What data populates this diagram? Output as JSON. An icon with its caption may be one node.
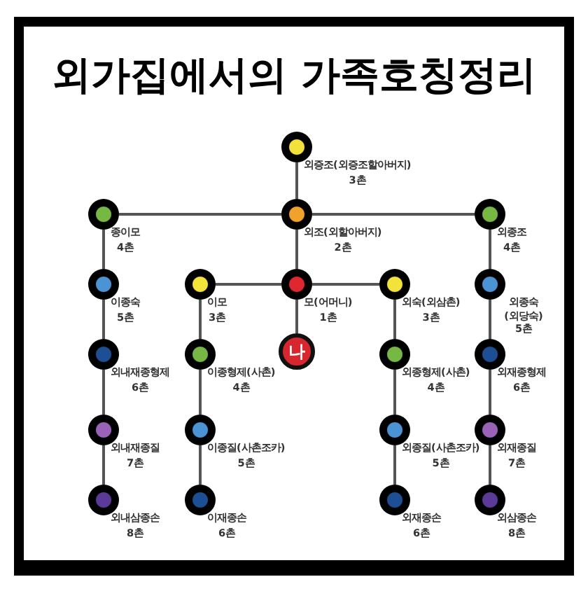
{
  "diagram": {
    "title": "외가집에서의 가족호칭정리",
    "nodes": [
      {
        "text": [],
        "shape": "circle",
        "beside": [
          "외증조(외증조할아버지)",
          "3촌"
        ]
      },
      {
        "text": [],
        "shape": "circle",
        "beside": [
          "종이모",
          "4촌"
        ]
      },
      {
        "text": [],
        "shape": "circle",
        "beside": [
          "외조(외할아버지)",
          "2촌"
        ]
      },
      {
        "text": [],
        "shape": "circle",
        "beside": [
          "외종조",
          "4촌"
        ]
      },
      {
        "text": [],
        "shape": "circle",
        "beside": [
          "이종숙",
          "5촌"
        ]
      },
      {
        "text": [],
        "shape": "circle",
        "beside": [
          "이모",
          "3촌"
        ]
      },
      {
        "text": [],
        "shape": "circle",
        "beside": [
          "모(어머니)",
          "1촌"
        ]
      },
      {
        "text": [],
        "shape": "circle",
        "beside": [
          "외숙(외삼촌)",
          "3촌"
        ]
      },
      {
        "text": [],
        "shape": "circle",
        "beside": [
          "외종숙 (외당숙)",
          "5촌"
        ]
      },
      {
        "text": [
          "나"
        ]
      },
      {
        "text": [],
        "shape": "circle",
        "beside": [
          "외내재종형제",
          "6촌"
        ]
      },
      {
        "text": [],
        "shape": "circle",
        "beside": [
          "이종형제(사촌)",
          "4촌"
        ]
      },
      {
        "text": [],
        "shape": "circle",
        "beside": [
          "외종형제(사촌)",
          "4촌"
        ]
      },
      {
        "text": [],
        "shape": "circle",
        "beside": [
          "외재종형제",
          "6촌"
        ]
      },
      {
        "text": [],
        "shape": "circle",
        "beside": [
          "외내재종질",
          "7촌"
        ]
      },
      {
        "text": [],
        "shape": "circle",
        "beside": [
          "이종질(사촌조카)",
          "5촌"
        ]
      },
      {
        "text": [],
        "shape": "circle",
        "beside": [
          "외종질(사촌조카)",
          "5촌"
        ]
      },
      {
        "text": [],
        "shape": "circle",
        "beside": [
          "외재종질",
          "7촌"
        ]
      },
      {
        "text": [],
        "shape": "circle",
        "beside": [
          "외내삼종손",
          "8촌"
        ]
      },
      {
        "text": [],
        "shape": "circle",
        "beside": [
          "이재종손",
          "6촌"
        ]
      },
      {
        "text": [],
        "shape": "circle",
        "beside": [
          "외재종손",
          "6촌"
        ]
      },
      {
        "text": [],
        "shape": "circle",
        "beside": [
          "외삼종손",
          "8촌"
        ]
      }
    ],
    "edges": [
      {
        "from": 0,
        "to": 2,
        "arrow": "none"
      },
      {
        "from": 2,
        "to": 1,
        "arrow": "none"
      },
      {
        "from": 2,
        "to": 3,
        "arrow": "none"
      },
      {
        "from": 2,
        "to": 6,
        "arrow": "none"
      },
      {
        "from": 6,
        "to": 5,
        "arrow": "none"
      },
      {
        "from": 6,
        "to": 7,
        "arrow": "none"
      },
      {
        "from": 6,
        "to": 9,
        "arrow": "none"
      },
      {
        "from": 1,
        "to": 4,
        "arrow": "none"
      },
      {
        "from": 4,
        "to": 10,
        "arrow": "none"
      },
      {
        "from": 10,
        "to": 14,
        "arrow": "none"
      },
      {
        "from": 14,
        "to": 18,
        "arrow": "none"
      },
      {
        "from": 5,
        "to": 11,
        "arrow": "none"
      },
      {
        "from": 11,
        "to": 15,
        "arrow": "none"
      },
      {
        "from": 15,
        "to": 19,
        "arrow": "none"
      },
      {
        "from": 7,
        "to": 12,
        "arrow": "none"
      },
      {
        "from": 12,
        "to": 16,
        "arrow": "none"
      },
      {
        "from": 16,
        "to": 20,
        "arrow": "none"
      },
      {
        "from": 3,
        "to": 8,
        "arrow": "none"
      },
      {
        "from": 8,
        "to": 13,
        "arrow": "none"
      },
      {
        "from": 13,
        "to": 17,
        "arrow": "none"
      },
      {
        "from": 17,
        "to": 21,
        "arrow": "none"
      }
    ]
  }
}
